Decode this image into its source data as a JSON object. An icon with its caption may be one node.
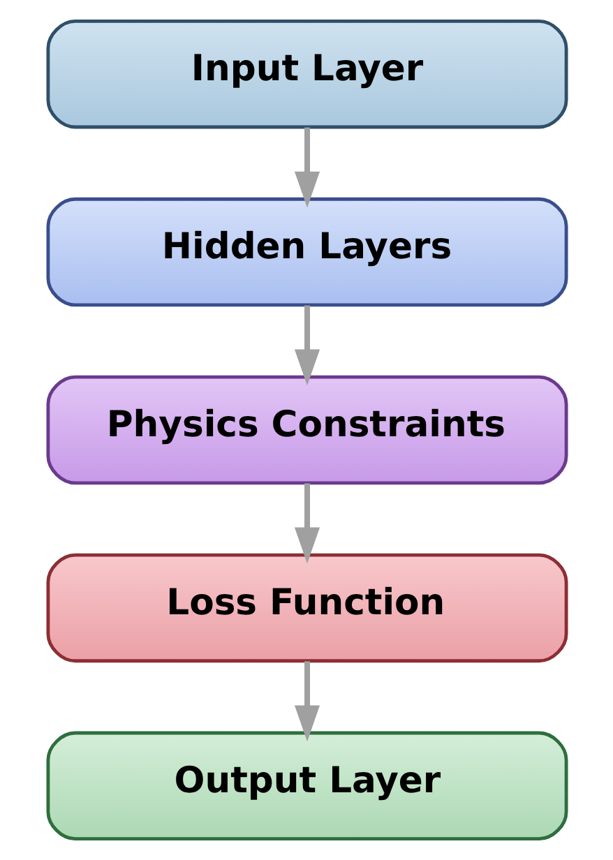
{
  "diagram": {
    "nodes": [
      {
        "text": [
          "Input Layer"
        ]
      },
      {
        "text": [
          "Hidden Layers"
        ]
      },
      {
        "text": [
          "Physics Constraints"
        ]
      },
      {
        "text": [
          "Loss Function"
        ]
      },
      {
        "text": [
          "Output Layer"
        ]
      }
    ],
    "edges": [
      {
        "from": 0,
        "to": 1,
        "arrow": "to"
      },
      {
        "from": 1,
        "to": 2,
        "arrow": "to"
      },
      {
        "from": 2,
        "to": 3,
        "arrow": "to"
      },
      {
        "from": 3,
        "to": 4,
        "arrow": "to"
      }
    ]
  }
}
